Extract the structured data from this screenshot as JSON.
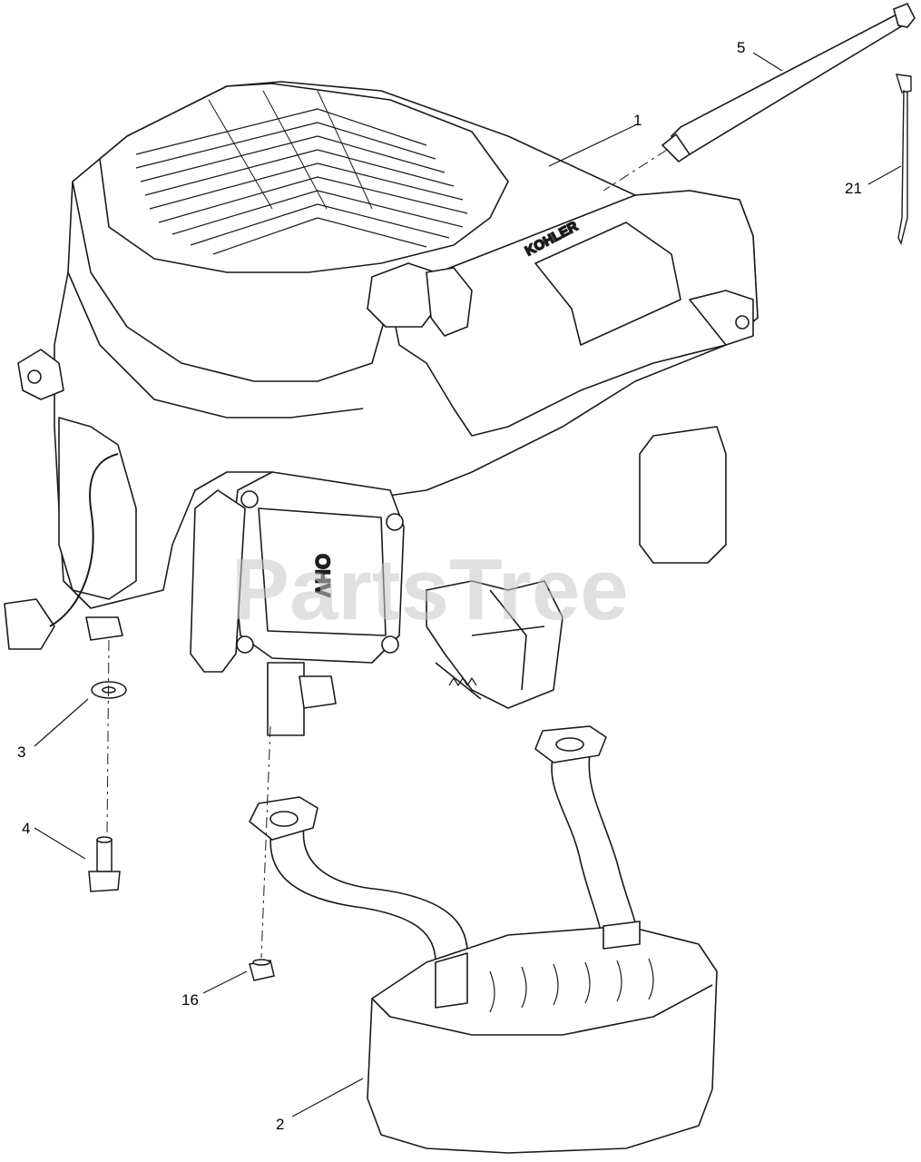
{
  "watermark": "PartsTree",
  "engine_brand": "KOHLER",
  "ohv_label": "OHV",
  "callouts": {
    "c1": "1",
    "c2": "2",
    "c3": "3",
    "c4": "4",
    "c5": "5",
    "c16": "16",
    "c21": "21"
  },
  "colors": {
    "line": "#1a1a1a",
    "background": "#ffffff",
    "watermark": "#c8c8c8"
  }
}
